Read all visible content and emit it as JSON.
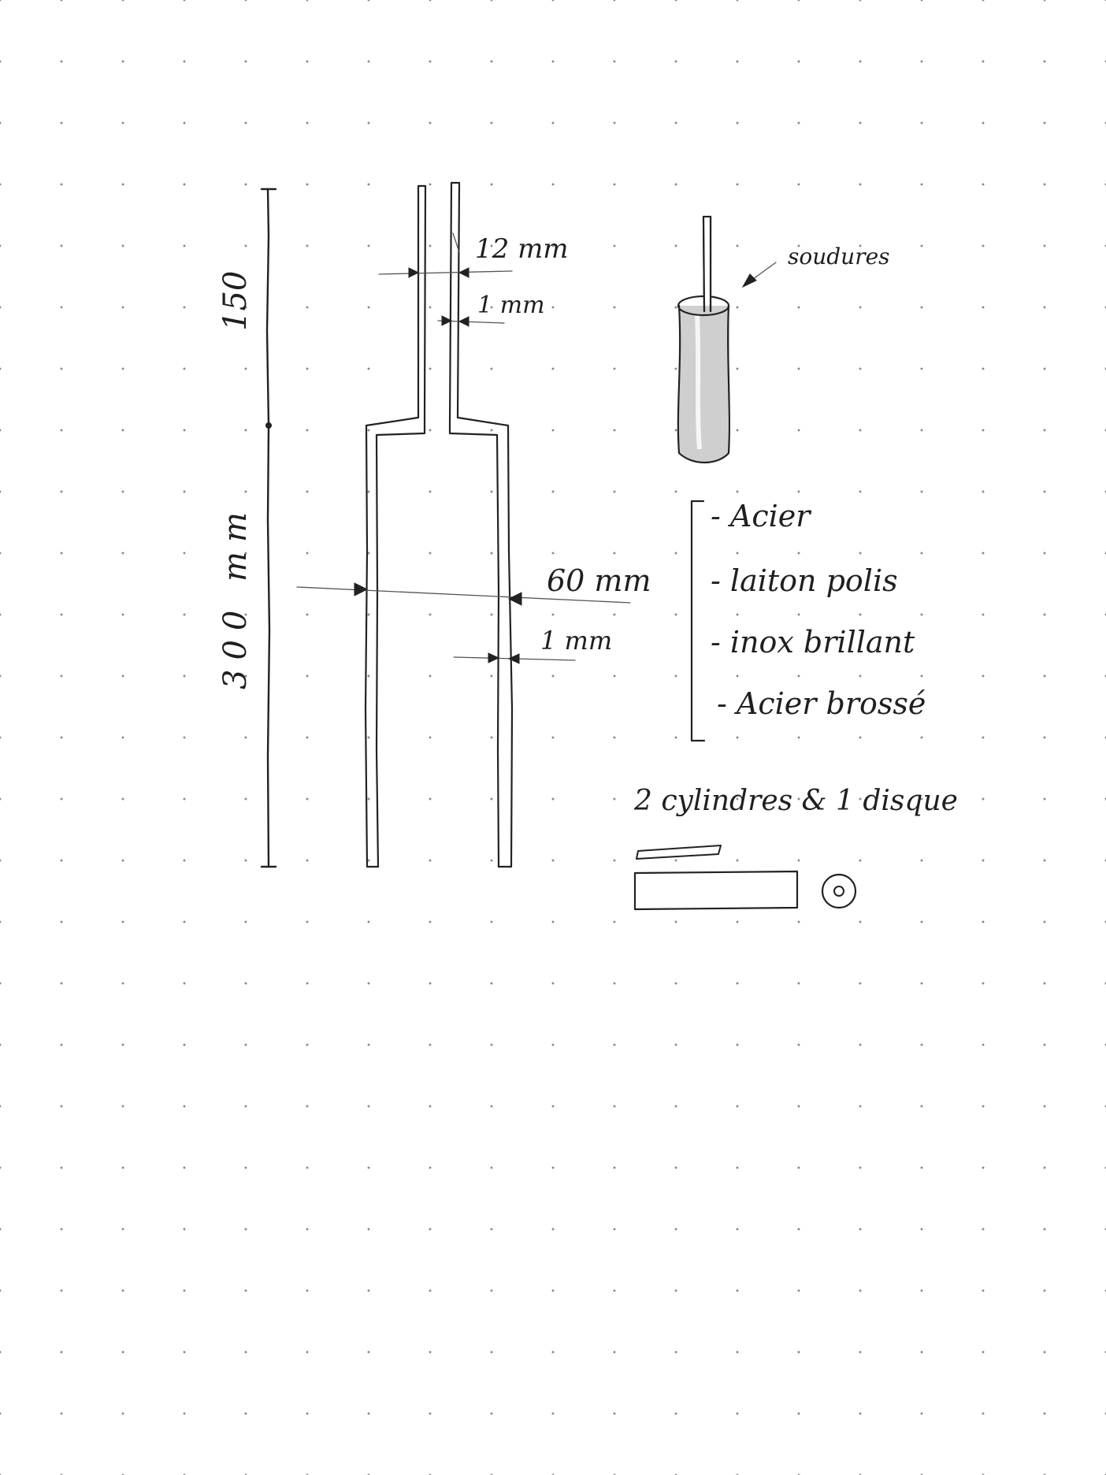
{
  "dimensions": {
    "height_total": "300 mm",
    "height_top": "150",
    "small_tube_diameter": "12 mm",
    "small_tube_wall": "1 mm",
    "large_tube_diameter": "60 mm",
    "large_tube_wall": "1 mm"
  },
  "annotation": {
    "weld_label": "soudures"
  },
  "materials": [
    "- Acier",
    "- laiton polis",
    "- inox brillant",
    "- Acier brossé"
  ],
  "parts_note": "2 cylindres & 1 disque",
  "colors": {
    "ink": "#222222",
    "cylinder_shade": "#cfcfcf",
    "grid_dot": "#8a8a8a"
  }
}
